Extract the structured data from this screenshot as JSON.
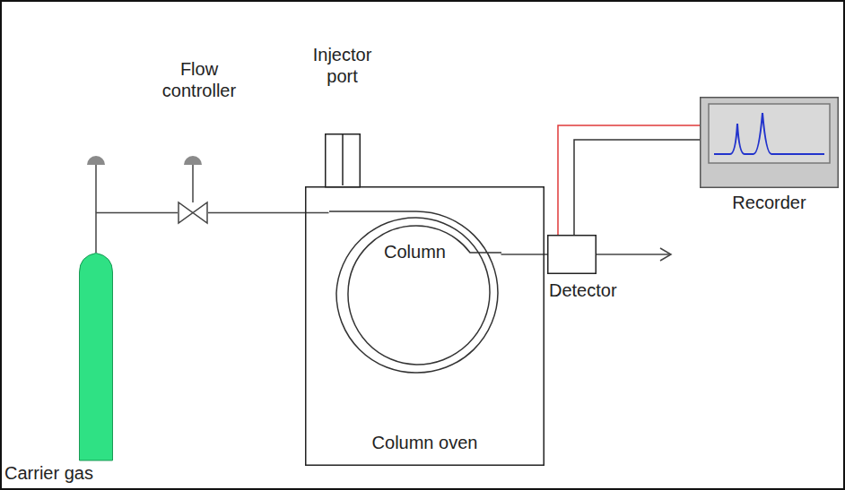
{
  "diagram": {
    "nodes": [
      {
        "text": [
          "Carrier gas"
        ]
      },
      {
        "text": [
          "Flow controller"
        ]
      },
      {
        "text": [
          "Column oven"
        ]
      },
      {
        "text": [
          "Injector port"
        ],
        "in": 2
      },
      {
        "text": [
          "Column"
        ],
        "in": 2
      },
      {
        "text": [
          "Detector"
        ]
      },
      {
        "text": [
          "Recorder"
        ]
      }
    ],
    "edges": [
      {
        "from": 0,
        "to": 1,
        "arrow": "none"
      },
      {
        "from": 1,
        "to": 4,
        "arrow": "none"
      },
      {
        "from": 4,
        "to": 5,
        "arrow": "none"
      },
      {
        "from": 5,
        "to": 6,
        "arrow": "none"
      },
      {
        "from": 5,
        "to": 6,
        "arrow": "none"
      }
    ]
  }
}
